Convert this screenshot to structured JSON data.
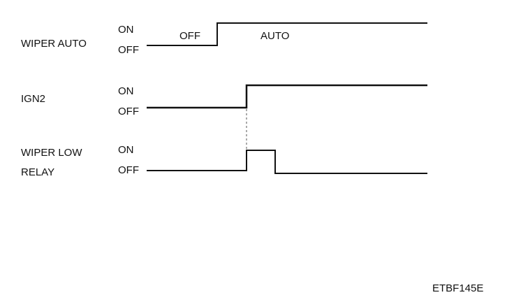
{
  "signals": [
    {
      "name_lines": [
        "WIPER AUTO"
      ],
      "on_label": "ON",
      "off_label": "OFF",
      "segment_labels": [
        "OFF",
        "AUTO"
      ]
    },
    {
      "name_lines": [
        "IGN2"
      ],
      "on_label": "ON",
      "off_label": "OFF"
    },
    {
      "name_lines": [
        "WIPER LOW",
        "RELAY"
      ],
      "on_label": "ON",
      "off_label": "OFF"
    }
  ],
  "figure_code": "ETBF145E"
}
